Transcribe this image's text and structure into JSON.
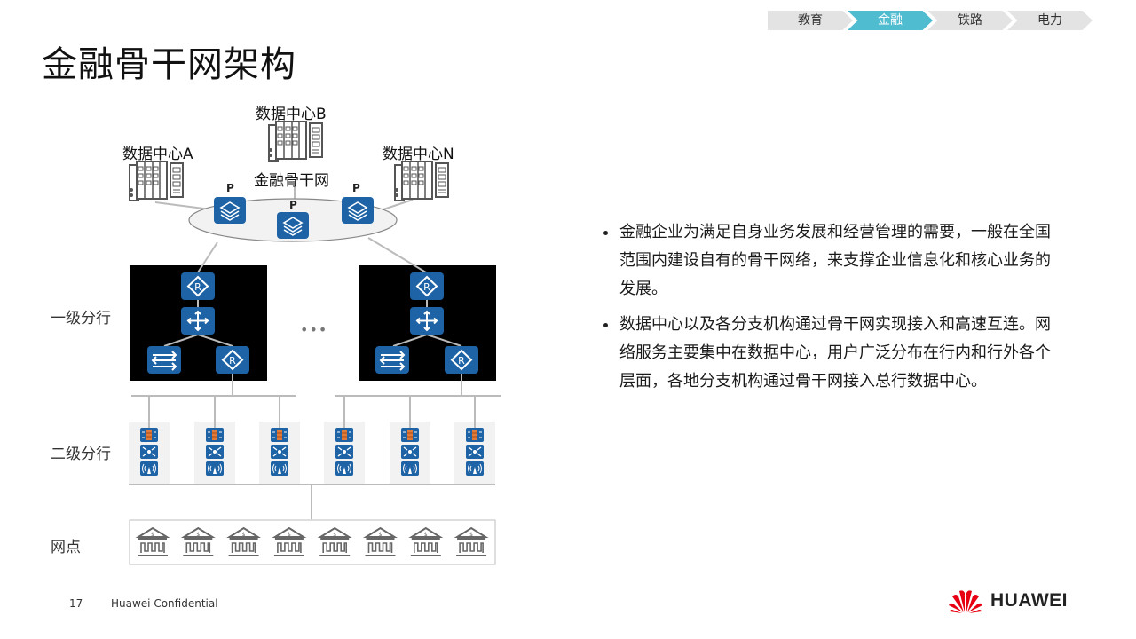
{
  "nav": {
    "items": [
      {
        "label": "教育",
        "active": false
      },
      {
        "label": "金融",
        "active": true
      },
      {
        "label": "铁路",
        "active": false
      },
      {
        "label": "电力",
        "active": false
      }
    ],
    "active_color": "#4fbccf"
  },
  "page": {
    "title": "金融骨干网架构"
  },
  "diagram": {
    "data_centers": [
      {
        "label": "数据中心A"
      },
      {
        "label": "数据中心B"
      },
      {
        "label": "数据中心N"
      }
    ],
    "backbone": {
      "label": "金融骨干网",
      "p_nodes": [
        {
          "label": "P"
        },
        {
          "label": "P"
        },
        {
          "label": "P"
        }
      ]
    },
    "tiers": {
      "level1": "一级分行",
      "level2": "二级分行",
      "outlets": "网点"
    },
    "ellipsis": "•••",
    "level1_branches": 2,
    "level2_branches": 6,
    "outlet_count": 8,
    "icon_color": "#1d63a6"
  },
  "bullets": [
    "金融企业为满足自身业务发展和经营管理的需要，一般在全国范围内建设自有的骨干网络，来支撑企业信息化和核心业务的发展。",
    "数据中心以及各分支机构通过骨干网实现接入和高速互连。网络服务主要集中在数据中心，用户广泛分布在行内和行外各个层面，各地分支机构通过骨干网接入总行数据中心。"
  ],
  "footer": {
    "page_number": "17",
    "confidential": "Huawei Confidential",
    "brand": "HUAWEI"
  }
}
